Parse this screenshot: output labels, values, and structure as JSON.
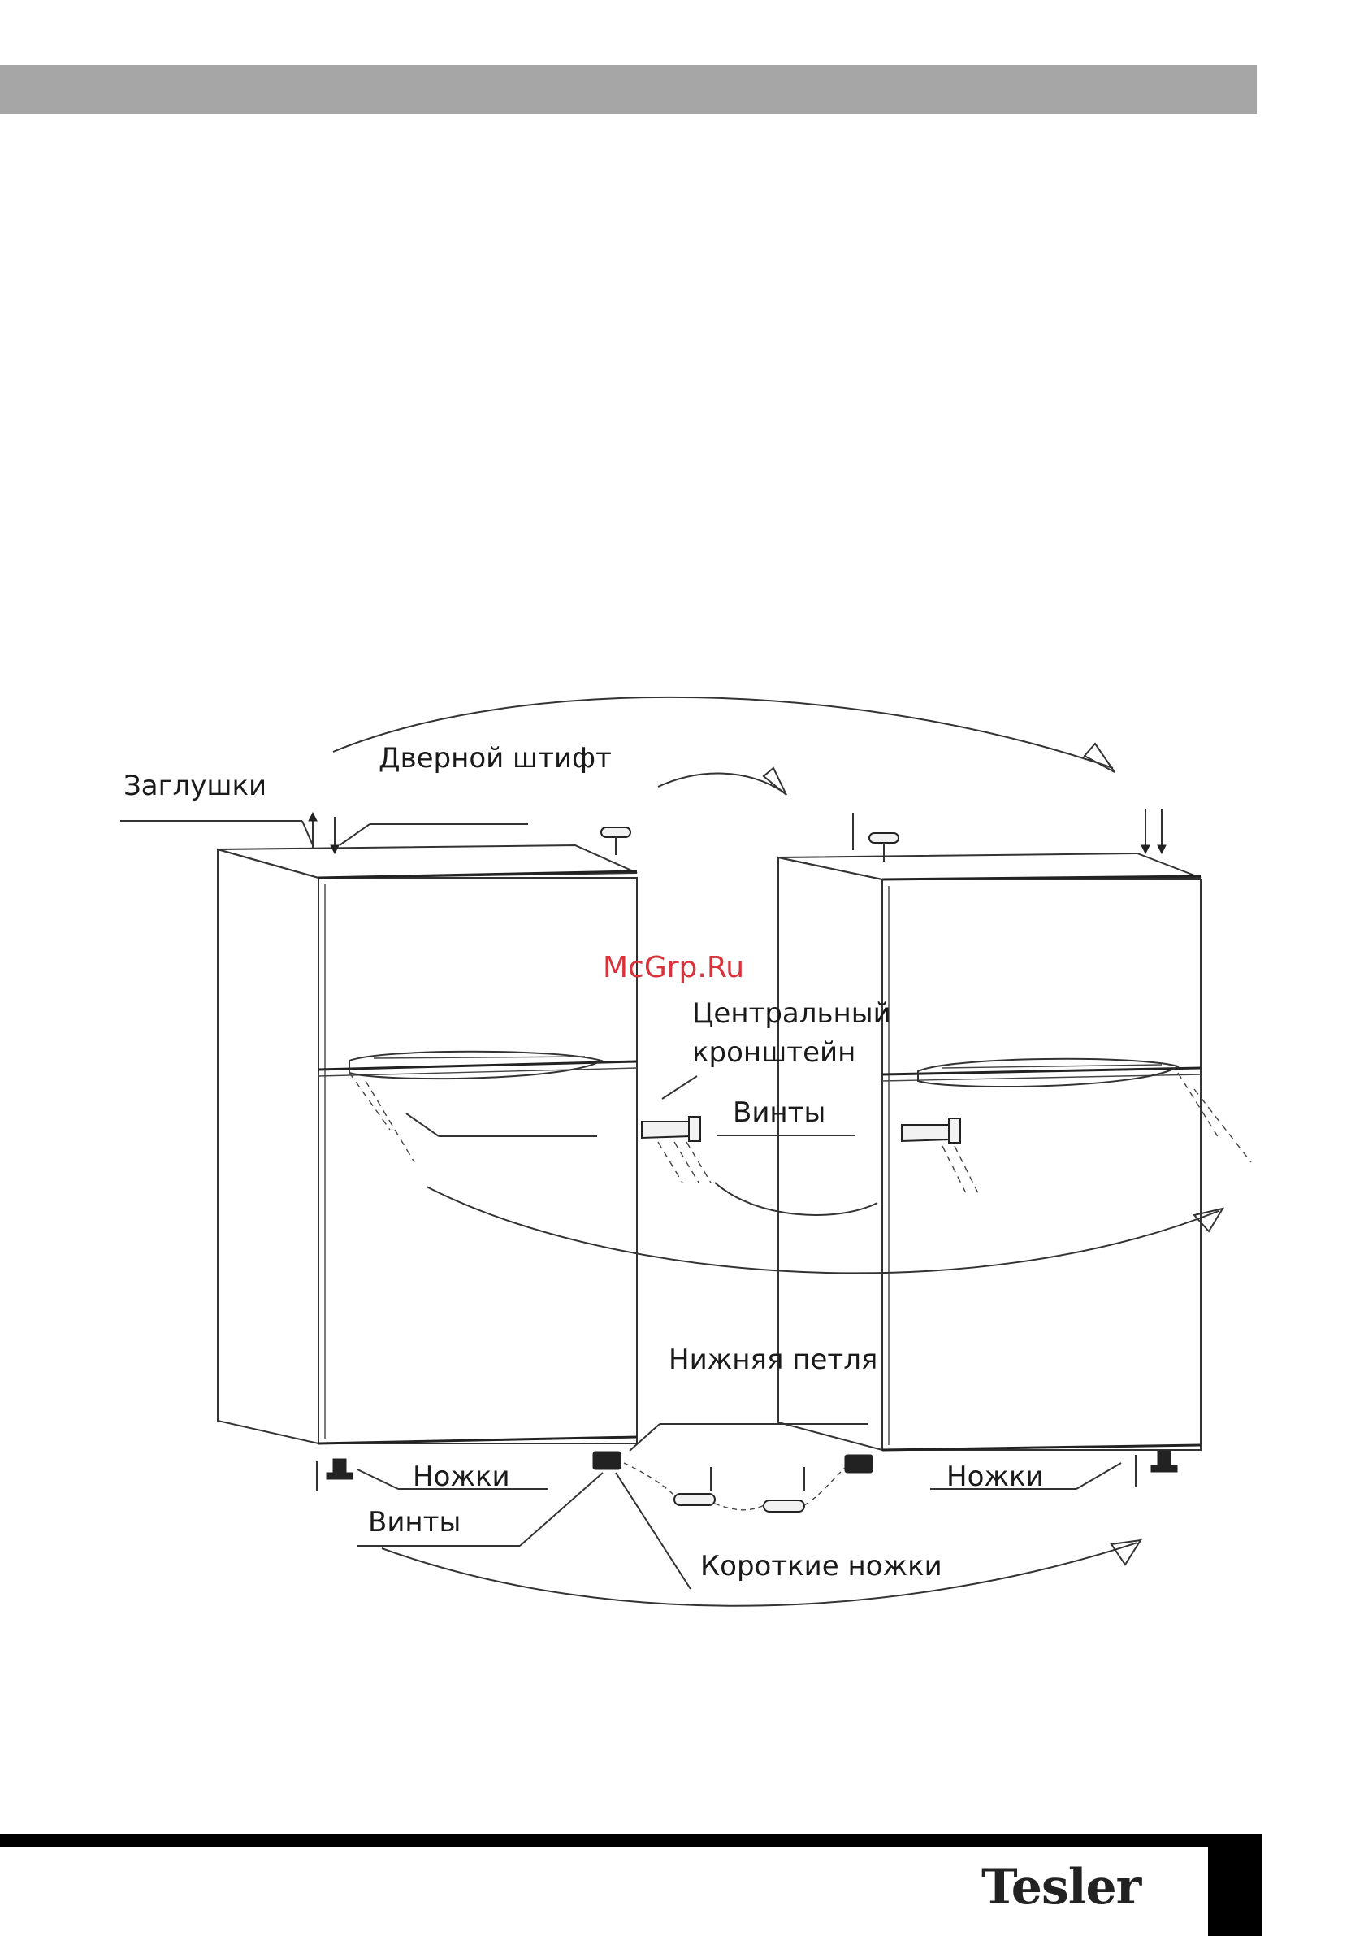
{
  "labels": {
    "door_pin": "Дверной штифт",
    "plugs": "Заглушки",
    "watermark": "McGrp.Ru",
    "central_bracket_line1": "Центральный",
    "central_bracket_line2": "кронштейн",
    "screws_middle": "Винты",
    "bottom_hinge": "Нижняя петля",
    "legs_left": "Ножки",
    "legs_right": "Ножки",
    "screws_bottom": "Винты",
    "short_legs": "Короткие ножки"
  },
  "footer": {
    "logo": "Tesler"
  },
  "colors": {
    "header_bar": "#a6a6a6",
    "footer_bar": "#000000",
    "watermark": "#d9323a"
  }
}
